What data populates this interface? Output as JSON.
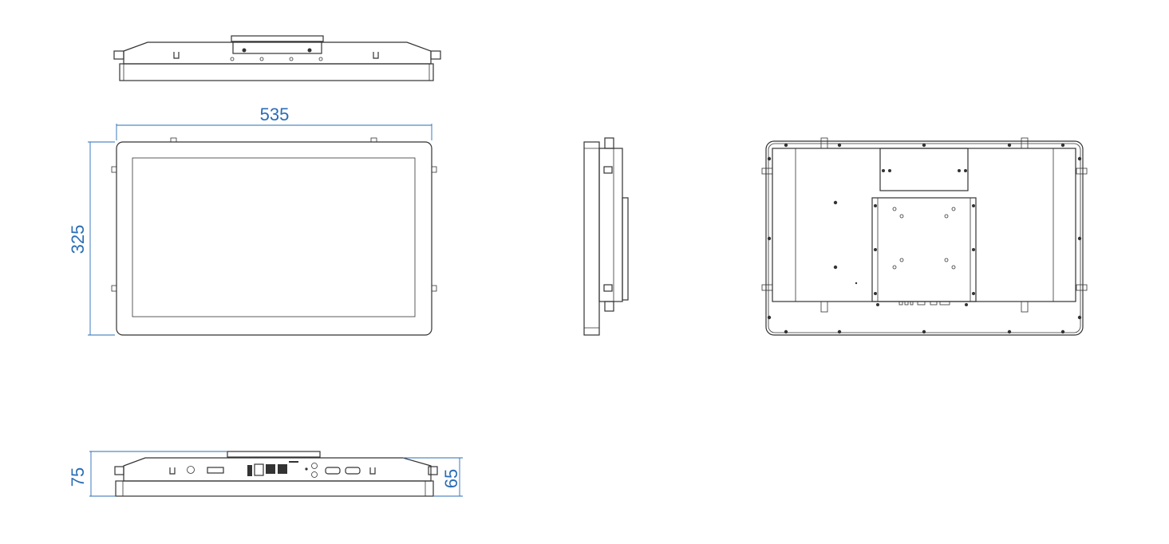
{
  "dimensions": {
    "width": "535",
    "height": "325",
    "depth_total": "75",
    "depth_body": "65"
  },
  "colors": {
    "dimension": "#2a6db5",
    "line": "#333333"
  }
}
